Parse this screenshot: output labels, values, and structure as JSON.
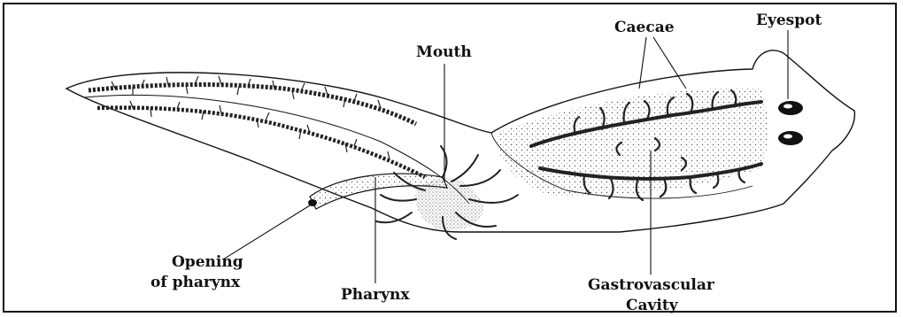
{
  "labels": {
    "mouth": "Mouth",
    "caecae": "Caecae",
    "eyespot": "Eyespot",
    "opening_line1": "Opening",
    "opening_line2": "of pharynx",
    "pharynx": "Pharynx",
    "gastro_line1": "Gastrovascular",
    "gastro_line2": "Cavity"
  },
  "colors": {
    "ink": "#111111",
    "background": "#ffffff",
    "stipple": "#444444"
  }
}
